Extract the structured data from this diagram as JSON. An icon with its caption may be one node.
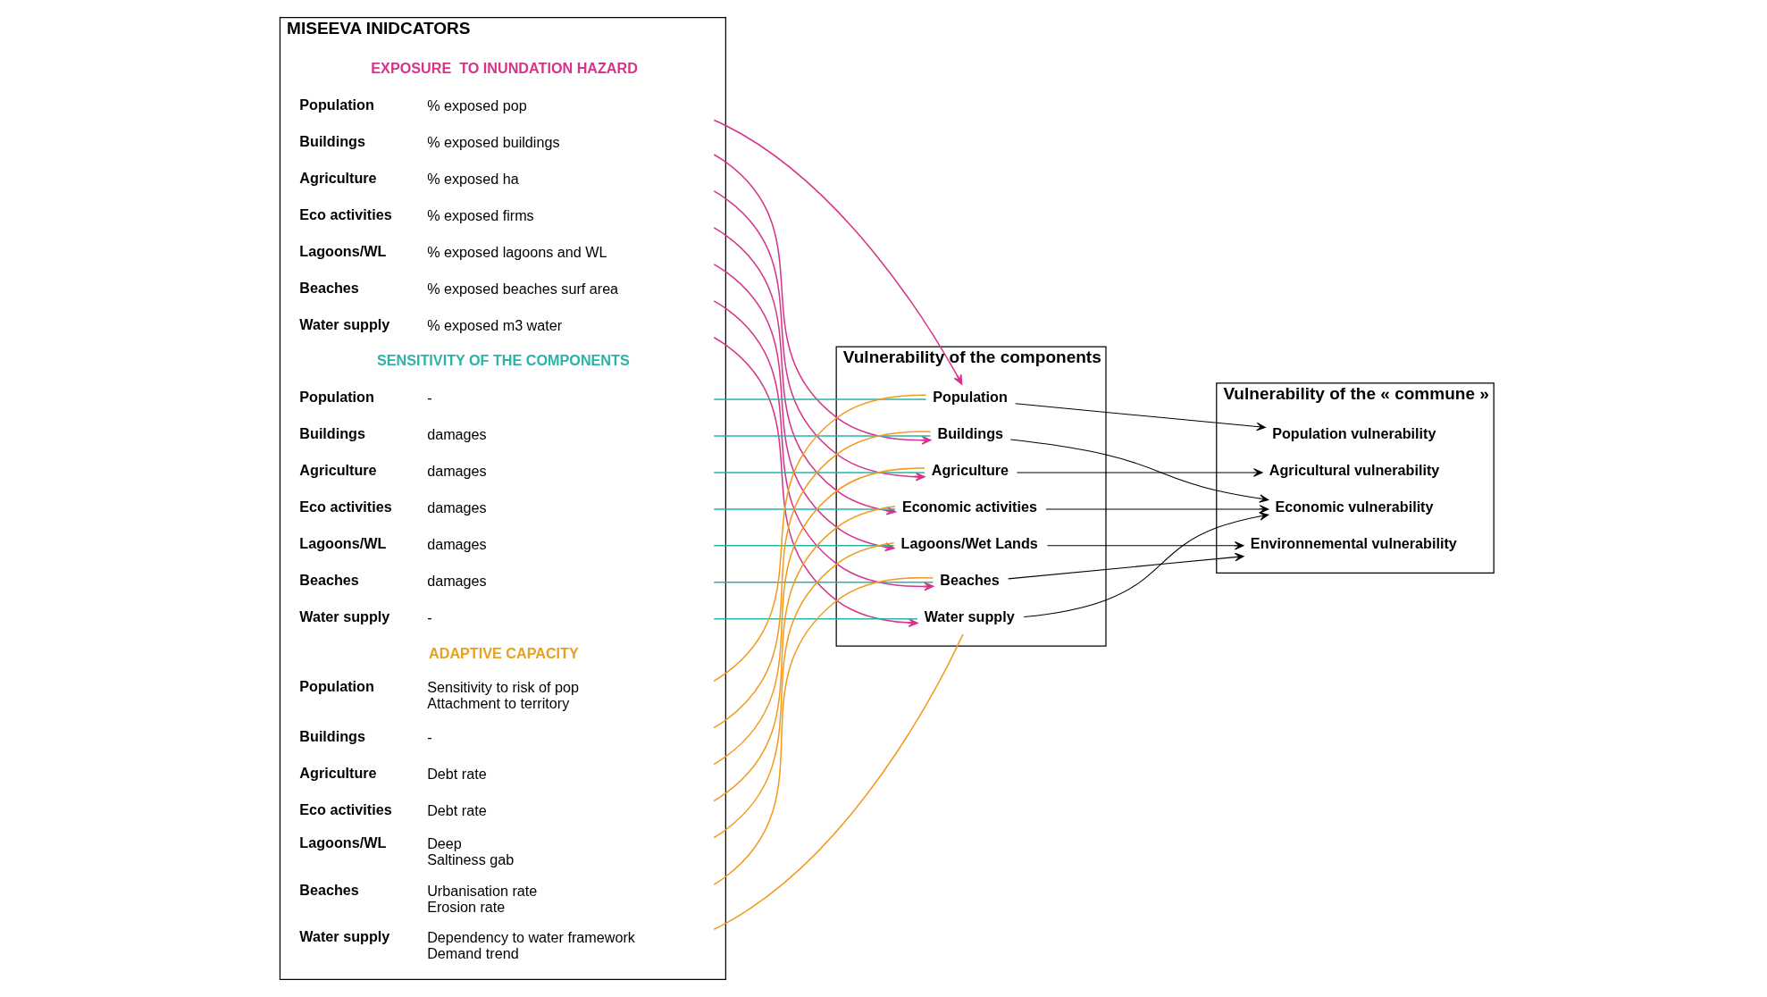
{
  "diagram": {
    "nodes": [
      {
        "text": [
          "MISEEVA INIDCATORS"
        ]
      },
      {
        "text": [
          "Population",
          "% exposed pop"
        ],
        "in": 0
      },
      {
        "text": [
          "Buildings",
          "% exposed buildings"
        ],
        "in": 0
      },
      {
        "text": [
          "Agriculture",
          "% exposed ha"
        ],
        "in": 0
      },
      {
        "text": [
          "Eco activities",
          "% exposed firms"
        ],
        "in": 0
      },
      {
        "text": [
          "Lagoons/WL",
          "% exposed lagoons and WL"
        ],
        "in": 0
      },
      {
        "text": [
          "Beaches",
          "% exposed beaches surf area"
        ],
        "in": 0
      },
      {
        "text": [
          "Water supply",
          "% exposed m3 water"
        ],
        "in": 0
      },
      {
        "text": [
          "Population",
          "-"
        ],
        "in": 0
      },
      {
        "text": [
          "Buildings",
          "damages"
        ],
        "in": 0
      },
      {
        "text": [
          "Agriculture",
          "damages"
        ],
        "in": 0
      },
      {
        "text": [
          "Eco activities",
          "damages"
        ],
        "in": 0
      },
      {
        "text": [
          "Lagoons/WL",
          "damages"
        ],
        "in": 0
      },
      {
        "text": [
          "Beaches",
          "damages"
        ],
        "in": 0
      },
      {
        "text": [
          "Water supply",
          "-"
        ],
        "in": 0
      },
      {
        "text": [
          "Population",
          "Sensitivity to risk of pop",
          "Attachment to territory"
        ],
        "in": 0
      },
      {
        "text": [
          "Buildings",
          "-"
        ],
        "in": 0
      },
      {
        "text": [
          "Agriculture",
          "Debt rate"
        ],
        "in": 0
      },
      {
        "text": [
          "Eco activities",
          "Debt rate"
        ],
        "in": 0
      },
      {
        "text": [
          "Lagoons/WL",
          "Deep",
          "Saltiness gab"
        ],
        "in": 0
      },
      {
        "text": [
          "Beaches",
          "Urbanisation rate",
          "Erosion rate"
        ],
        "in": 0
      },
      {
        "text": [
          "Water supply",
          "Dependency to water framework",
          "Demand trend"
        ],
        "in": 0
      },
      {
        "text": [
          "Vulnerability of the components"
        ]
      },
      {
        "text": [
          "Population"
        ],
        "in": 22
      },
      {
        "text": [
          "Buildings"
        ],
        "in": 22
      },
      {
        "text": [
          "Agriculture"
        ],
        "in": 22
      },
      {
        "text": [
          "Economic activities"
        ],
        "in": 22
      },
      {
        "text": [
          "Lagoons/Wet Lands"
        ],
        "in": 22
      },
      {
        "text": [
          "Beaches"
        ],
        "in": 22
      },
      {
        "text": [
          "Water supply"
        ],
        "in": 22
      },
      {
        "text": [
          "Vulnerability of the « commune »"
        ]
      },
      {
        "text": [
          "Population vulnerability"
        ],
        "in": 30
      },
      {
        "text": [
          "Economic vulnerability"
        ],
        "in": 30
      },
      {
        "text": [
          "Agricultural vulnerability"
        ],
        "in": 30
      },
      {
        "text": [
          "Environnemental vulnerability"
        ],
        "in": 30
      }
    ],
    "edges": [
      {
        "from": 1,
        "to": 23,
        "arrow": "to",
        "color": "#d6338a"
      },
      {
        "from": 2,
        "to": 24,
        "arrow": "to",
        "color": "#d6338a"
      },
      {
        "from": 3,
        "to": 25,
        "arrow": "to",
        "color": "#d6338a"
      },
      {
        "from": 4,
        "to": 26,
        "arrow": "to",
        "color": "#d6338a"
      },
      {
        "from": 5,
        "to": 27,
        "arrow": "to",
        "color": "#d6338a"
      },
      {
        "from": 6,
        "to": 28,
        "arrow": "to",
        "color": "#d6338a"
      },
      {
        "from": 7,
        "to": 29,
        "arrow": "to",
        "color": "#d6338a"
      },
      {
        "from": 8,
        "to": 23,
        "arrow": "none",
        "color": "#2ab3a6"
      },
      {
        "from": 9,
        "to": 24,
        "arrow": "none",
        "color": "#2ab3a6"
      },
      {
        "from": 10,
        "to": 25,
        "arrow": "none",
        "color": "#2ab3a6"
      },
      {
        "from": 11,
        "to": 26,
        "arrow": "none",
        "color": "#2ab3a6"
      },
      {
        "from": 12,
        "to": 27,
        "arrow": "none",
        "color": "#2ab3a6"
      },
      {
        "from": 13,
        "to": 28,
        "arrow": "none",
        "color": "#2ab3a6"
      },
      {
        "from": 14,
        "to": 29,
        "arrow": "none",
        "color": "#2ab3a6"
      },
      {
        "from": 15,
        "to": 23,
        "arrow": "none",
        "color": "#f39a1e"
      },
      {
        "from": 16,
        "to": 24,
        "arrow": "none",
        "color": "#f39a1e"
      },
      {
        "from": 17,
        "to": 25,
        "arrow": "none",
        "color": "#f39a1e"
      },
      {
        "from": 18,
        "to": 26,
        "arrow": "none",
        "color": "#f39a1e"
      },
      {
        "from": 19,
        "to": 27,
        "arrow": "none",
        "color": "#f39a1e"
      },
      {
        "from": 20,
        "to": 28,
        "arrow": "none",
        "color": "#f39a1e"
      },
      {
        "from": 21,
        "to": 29,
        "arrow": "none",
        "color": "#f39a1e"
      },
      {
        "from": 23,
        "to": 31,
        "arrow": "to",
        "color": "#000000"
      },
      {
        "from": 24,
        "to": 32,
        "arrow": "to",
        "color": "#000000"
      },
      {
        "from": 25,
        "to": 33,
        "arrow": "to",
        "color": "#000000"
      },
      {
        "from": 26,
        "to": 32,
        "arrow": "to",
        "color": "#000000"
      },
      {
        "from": 27,
        "to": 34,
        "arrow": "to",
        "color": "#000000"
      },
      {
        "from": 28,
        "to": 34,
        "arrow": "to",
        "color": "#000000"
      },
      {
        "from": 29,
        "to": 32,
        "arrow": "to",
        "color": "#000000"
      }
    ],
    "labels": [
      "EXPOSURE  TO INUNDATION HAZARD",
      "SENSITIVITY OF THE COMPONENTS",
      "ADAPTIVE CAPACITY"
    ]
  }
}
